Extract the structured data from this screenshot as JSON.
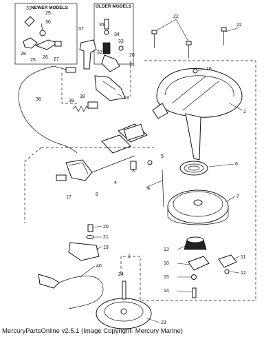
{
  "insets": {
    "newer_title": "NEWER MODELS",
    "older_title": "OLDER MODELS"
  },
  "callouts": {
    "c1": "1",
    "c2": "2",
    "c3": "3",
    "c4": "4",
    "c5": "5",
    "c6": "6",
    "c7": "7",
    "c8": "8",
    "c9": "9",
    "c10": "10",
    "c11": "11",
    "c12": "12",
    "c13": "13",
    "c14": "14",
    "c15": "15",
    "c16": "16",
    "c17": "17",
    "c18": "18",
    "c19": "19",
    "c20a": "20",
    "c20b": "20",
    "c21a": "21",
    "c21b": "21",
    "c22a": "22",
    "c22b": "22",
    "c23": "23",
    "c24": "24",
    "c25": "25",
    "c26": "26",
    "c27": "27",
    "c28": "28",
    "c29": "29",
    "c30": "30",
    "c31": "31",
    "c32": "32",
    "c33": "33",
    "c34": "34",
    "c35": "35",
    "c36": "36",
    "c37": "37",
    "c38": "38",
    "c39": "39",
    "c40": "40"
  },
  "caption": "MercuryPartsOnline v2.5.1 (Image Copyright- Mercury Marine)"
}
